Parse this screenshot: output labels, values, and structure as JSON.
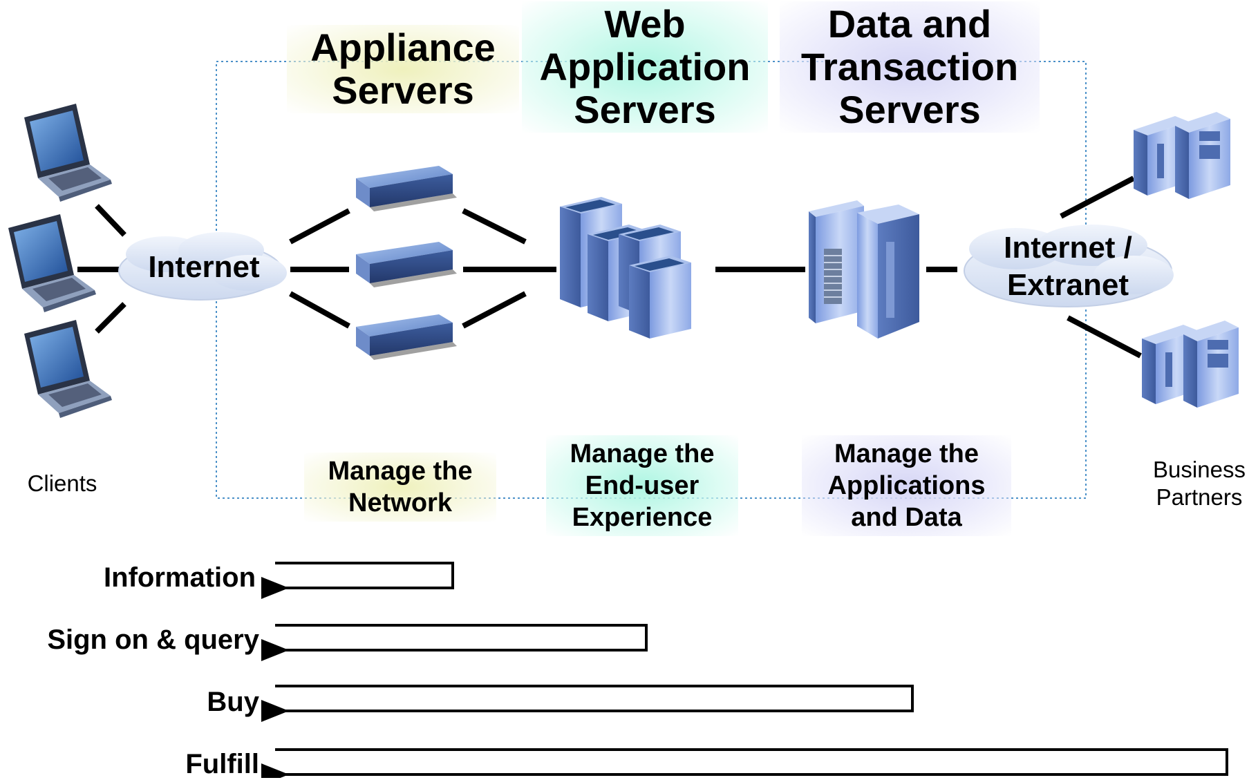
{
  "columns": {
    "appliance": {
      "title_line1": "Appliance",
      "title_line2": "Servers",
      "role_line1": "Manage the",
      "role_line2": "Network"
    },
    "web": {
      "title_line1": "Web",
      "title_line2": "Application",
      "title_line3": "Servers",
      "role_line1": "Manage the",
      "role_line2": "End-user",
      "role_line3": "Experience"
    },
    "data": {
      "title_line1": "Data and",
      "title_line2": "Transaction",
      "title_line3": "Servers",
      "role_line1": "Manage the",
      "role_line2": "Applications",
      "role_line3": "and Data"
    }
  },
  "clouds": {
    "internet": "Internet",
    "extranet_line1": "Internet /",
    "extranet_line2": "Extranet"
  },
  "endpoints": {
    "clients": "Clients",
    "partners_line1": "Business",
    "partners_line2": "Partners"
  },
  "flows": [
    {
      "label": "Information",
      "reaches": "Appliance Servers"
    },
    {
      "label": "Sign on & query",
      "reaches": "Web Application Servers"
    },
    {
      "label": "Buy",
      "reaches": "Data and Transaction Servers"
    },
    {
      "label": "Fulfill",
      "reaches": "Business Partners"
    }
  ],
  "colors": {
    "appliance_glow": "#eef0b9",
    "web_glow": "#aaf5e1",
    "data_glow": "#d4d4f5",
    "device_blue": "#5a7fc4",
    "dotted_border": "#4a90c8",
    "cloud": "#dfe7f5"
  }
}
